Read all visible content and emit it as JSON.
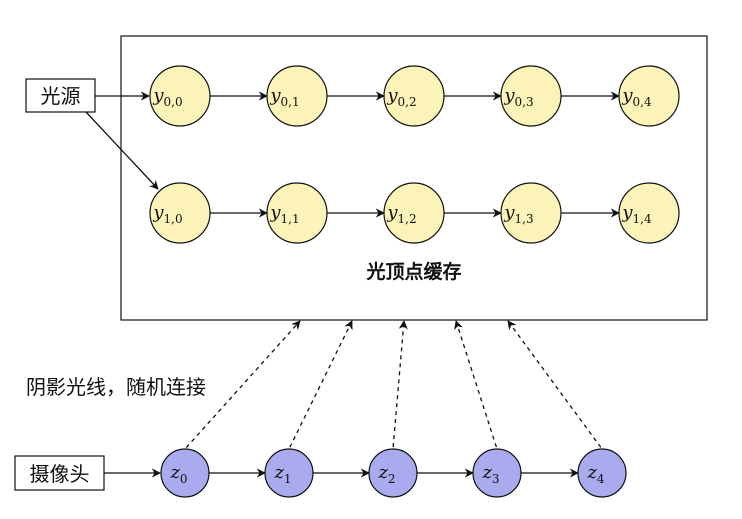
{
  "labels": {
    "light_source": "光源",
    "camera": "摄像头",
    "cache_title": "光顶点缓存",
    "shadow_ray": "阴影光线，随机连接"
  },
  "colors": {
    "light_node_fill": "#fbf3b8",
    "camera_node_fill": "#aaaaee",
    "stroke": "#111111"
  },
  "light_rows": [
    [
      {
        "var": "y",
        "sub": "0,0"
      },
      {
        "var": "y",
        "sub": "0,1"
      },
      {
        "var": "y",
        "sub": "0,2"
      },
      {
        "var": "y",
        "sub": "0,3"
      },
      {
        "var": "y",
        "sub": "0,4"
      }
    ],
    [
      {
        "var": "y",
        "sub": "1,0"
      },
      {
        "var": "y",
        "sub": "1,1"
      },
      {
        "var": "y",
        "sub": "1,2"
      },
      {
        "var": "y",
        "sub": "1,3"
      },
      {
        "var": "y",
        "sub": "1,4"
      }
    ]
  ],
  "camera_nodes": [
    {
      "var": "z",
      "sub": "0"
    },
    {
      "var": "z",
      "sub": "1"
    },
    {
      "var": "z",
      "sub": "2"
    },
    {
      "var": "z",
      "sub": "3"
    },
    {
      "var": "z",
      "sub": "4"
    }
  ]
}
